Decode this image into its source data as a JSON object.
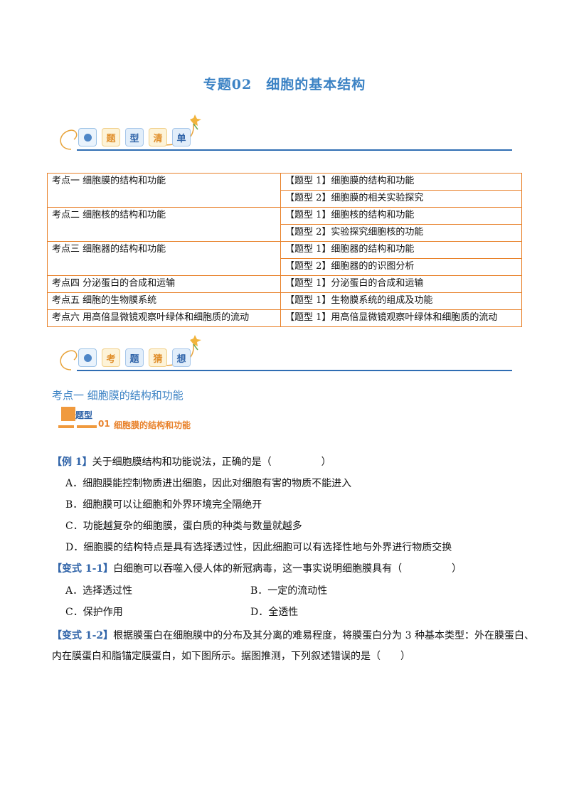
{
  "title": "专题02　细胞的基本结构",
  "banner1": {
    "chars": [
      "题",
      "型",
      "清",
      "单"
    ]
  },
  "banner2": {
    "chars": [
      "考",
      "题",
      "猜",
      "想"
    ]
  },
  "topics": [
    {
      "kaodian": "考点一  细胞膜的结构和功能",
      "types": [
        "【题型 1】细胞膜的结构和功能",
        "【题型 2】细胞膜的相关实验探究"
      ]
    },
    {
      "kaodian": "考点二  细胞核的结构和功能",
      "types": [
        "【题型 1】细胞核的结构和功能",
        "【题型 2】实验探究细胞核的功能"
      ]
    },
    {
      "kaodian": "考点三  细胞器的结构和功能",
      "types": [
        "【题型 1】细胞器的结构和功能",
        "【题型 2】细胞器的的识图分析"
      ]
    },
    {
      "kaodian": "考点四  分泌蛋白的合成和运输",
      "types": [
        "【题型 1】分泌蛋白的合成和运输"
      ]
    },
    {
      "kaodian": "考点五  细胞的生物膜系统",
      "types": [
        "【题型 1】生物膜系统的组成及功能"
      ]
    },
    {
      "kaodian": "考点六  用高倍显微镜观察叶绿体和细胞质的流动",
      "types": [
        "【题型 1】用高倍显微镜观察叶绿体和细胞质的流动"
      ]
    }
  ],
  "section": {
    "heading": "考点一  细胞膜的结构和功能",
    "badge_text": "题型",
    "badge_num": "01",
    "badge_name": "细胞膜的结构和功能"
  },
  "ex1": {
    "tag": "【例 1】",
    "stem": "关于细胞膜结构和功能说法，正确的是（　　　　　）",
    "options": [
      "A．细胞膜能控制物质进出细胞，因此对细胞有害的物质不能进入",
      "B．细胞膜可以让细胞和外界环境完全隔绝开",
      "C．功能越复杂的细胞膜，蛋白质的种类与数量就越多",
      "D．细胞膜的结构特点是具有选择透过性，因此细胞可以有选择性地与外界进行物质交换"
    ]
  },
  "v11": {
    "tag": "【变式 1-1】",
    "stem": "白细胞可以吞噬入侵人体的新冠病毒，这一事实说明细胞膜具有（　　　　　）",
    "options": [
      "A．选择透过性",
      "B．一定的流动性",
      "C．保护作用",
      "D．全透性"
    ]
  },
  "v12": {
    "tag": "【变式 1-2】",
    "line1": "根据膜蛋白在细胞膜中的分布及其分离的难易程度，将膜蛋白分为 3 种基本类型：外在膜蛋白、",
    "line2": "内在膜蛋白和脂锚定膜蛋白，如下图所示。据图推测，下列叙述错误的是（　　）"
  }
}
